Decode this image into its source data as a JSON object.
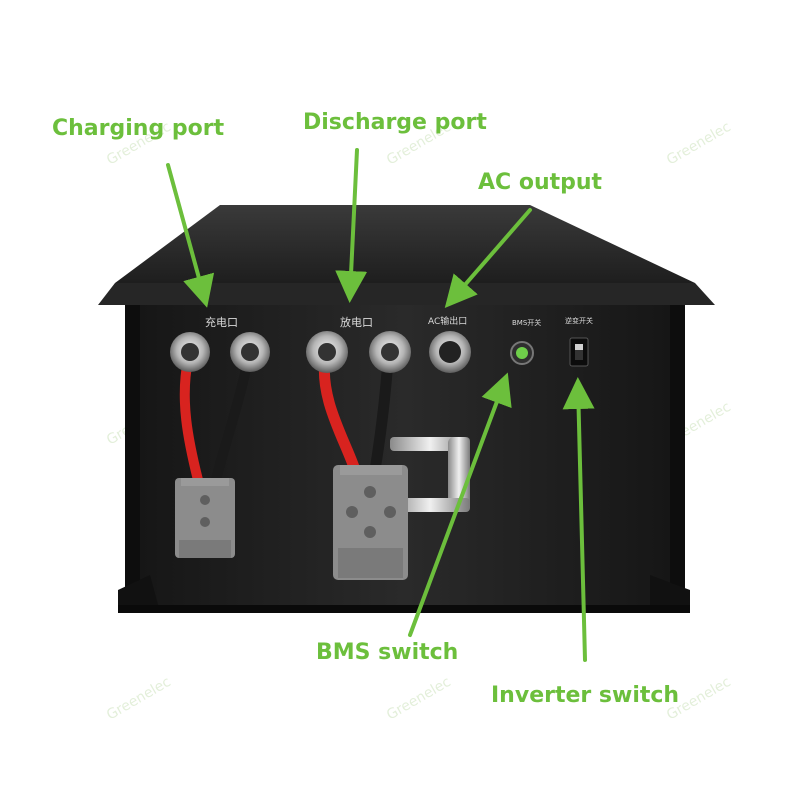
{
  "callouts": {
    "charging_port": "Charging port",
    "discharge_port": "Discharge port",
    "ac_output": "AC output",
    "bms_switch": "BMS switch",
    "inverter_switch": "Inverter switch"
  },
  "panel_labels": {
    "charge": "充电口",
    "discharge": "放电口",
    "ac": "AC输出口",
    "bms": "BMS开关",
    "inverter": "逆变开关"
  },
  "watermark": "Greenelec",
  "colors": {
    "callout_green": "#6cbf3c",
    "cable_red": "#d8231f",
    "cable_black": "#1a1a1a",
    "connector_grey": "#8c8c8c",
    "case_black": "#1c1c1c"
  }
}
